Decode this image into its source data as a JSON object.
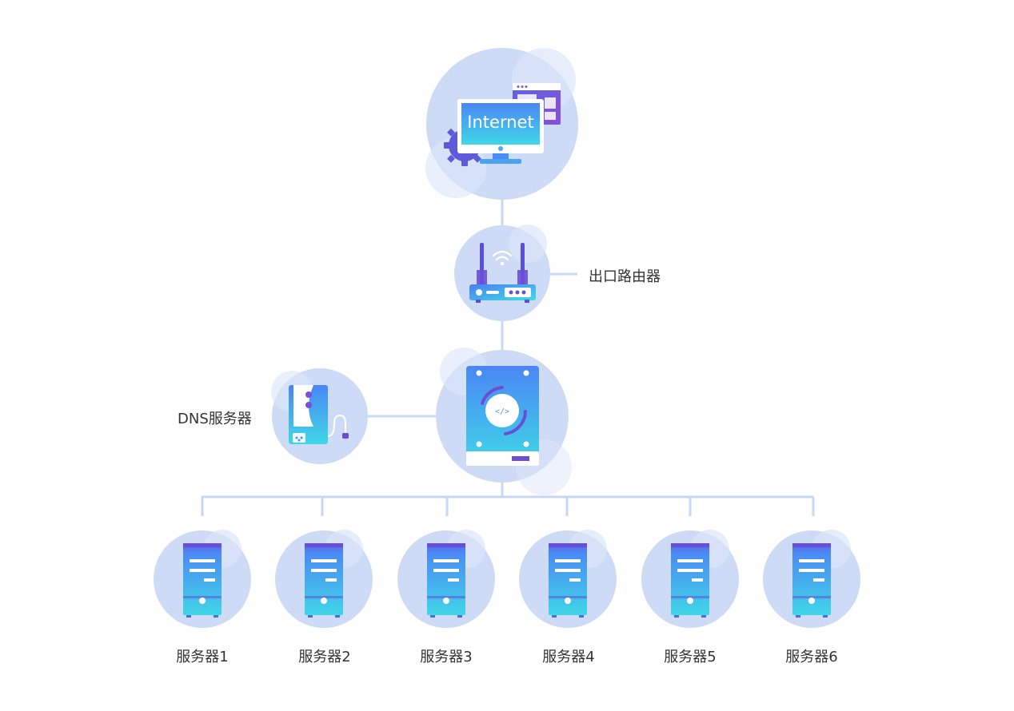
{
  "nodes": {
    "internet": {
      "screen_text": "Internet"
    },
    "router": {
      "label": "出口路由器"
    },
    "dns": {
      "label": "DNS服务器"
    },
    "servers": [
      {
        "label": "服务器1"
      },
      {
        "label": "服务器2"
      },
      {
        "label": "服务器3"
      },
      {
        "label": "服务器4"
      },
      {
        "label": "服务器5"
      },
      {
        "label": "服务器6"
      }
    ]
  },
  "colors": {
    "circle_fill": "#cfdcf6",
    "connector": "#c5d6f2",
    "gradient_blue": "#4a8ef5",
    "gradient_cyan": "#3fd5e8",
    "purple": "#6a4fd6",
    "label_text": "#333333"
  }
}
